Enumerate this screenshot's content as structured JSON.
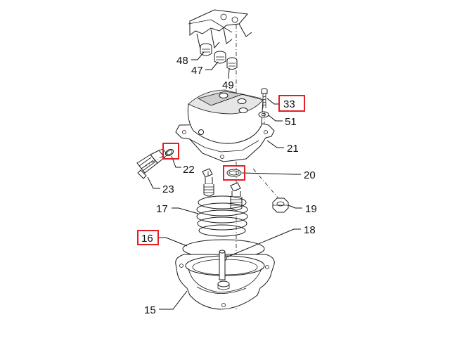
{
  "highlight_color": "#e31e24",
  "callouts": [
    {
      "id": "48",
      "label": "48",
      "highlighted": false
    },
    {
      "id": "47",
      "label": "47",
      "highlighted": false
    },
    {
      "id": "49",
      "label": "49",
      "highlighted": false
    },
    {
      "id": "33",
      "label": "33",
      "highlighted": true
    },
    {
      "id": "51",
      "label": "51",
      "highlighted": false
    },
    {
      "id": "21",
      "label": "21",
      "highlighted": false
    },
    {
      "id": "22",
      "label": "22",
      "highlighted": false
    },
    {
      "id": "20",
      "label": "20",
      "highlighted": false
    },
    {
      "id": "23",
      "label": "23",
      "highlighted": false
    },
    {
      "id": "17",
      "label": "17",
      "highlighted": false
    },
    {
      "id": "19",
      "label": "19",
      "highlighted": false
    },
    {
      "id": "16",
      "label": "16",
      "highlighted": true
    },
    {
      "id": "18",
      "label": "18",
      "highlighted": false
    },
    {
      "id": "15",
      "label": "15",
      "highlighted": false
    }
  ]
}
